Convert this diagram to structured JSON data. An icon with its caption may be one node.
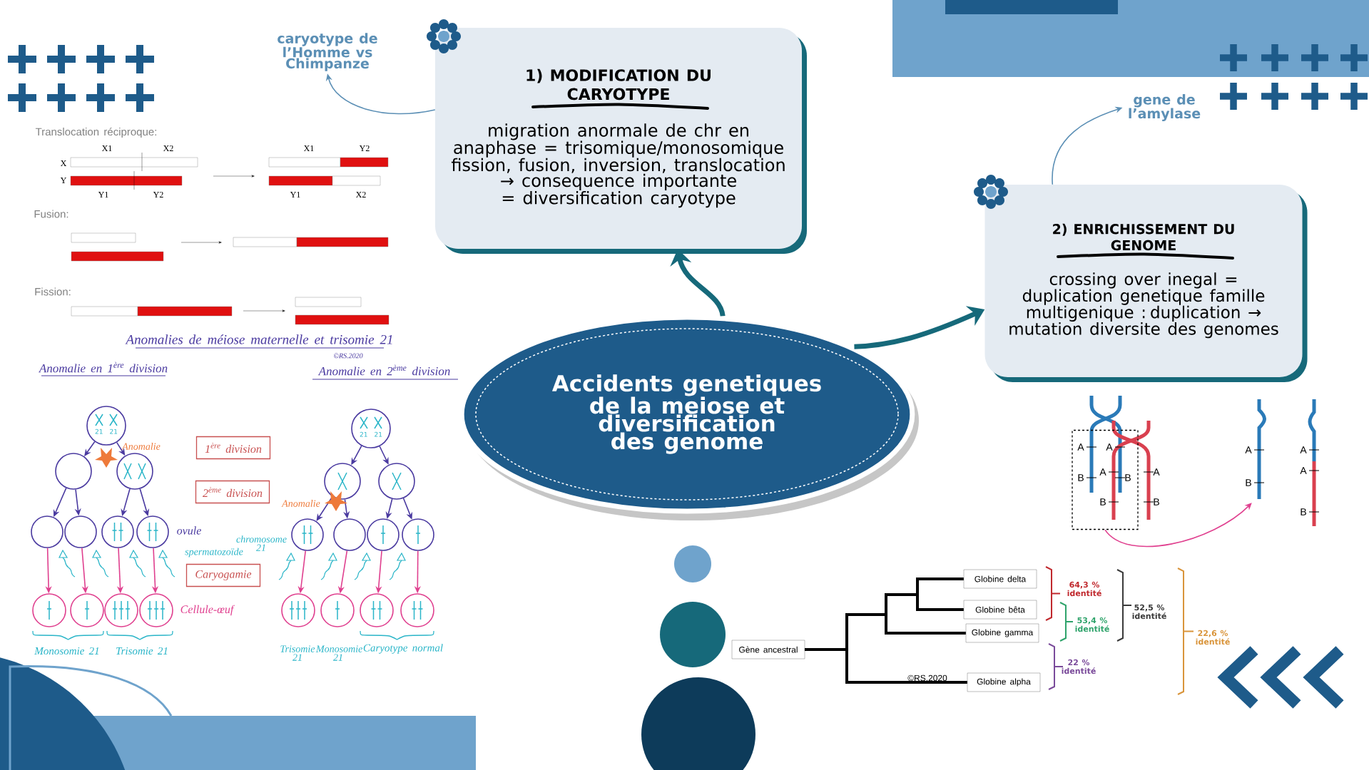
{
  "diagram": {
    "nodes": [
      {
        "text": [
          "Accidents genetiques de la meiose et diversification des genome"
        ]
      },
      {
        "text": [
          "1) MODIFICATION DU CARYOTYPE",
          "migration anormale de chr en anaphase = trisomique/monosomique fission, fusion, inversion, translocation → consequence importante = diversification caryotype"
        ]
      },
      {
        "text": [
          "2) ENRICHISSEMENT DU GENOME",
          "crossing over inegal = duplication genetique famille multigenique : duplication → mutation diversite des genomes"
        ]
      },
      {
        "text": [
          "caryotype de l’Homme vs Chimpanze"
        ]
      },
      {
        "text": [
          "gene de l’amylase"
        ]
      },
      {
        "text": [
          "Gène ancestral"
        ]
      },
      {
        "text": [
          "Globine delta"
        ]
      },
      {
        "text": [
          "Globine bêta"
        ]
      },
      {
        "text": [
          "Globine gamma"
        ]
      },
      {
        "text": [
          "Globine alpha"
        ]
      },
      {
        "text": [
          "1$^{ère}$ division"
        ]
      },
      {
        "text": [
          "2$^{ème}$ division"
        ]
      },
      {
        "text": [
          "Caryogamie"
        ]
      },
      {
        "text": [],
        "shape": "box"
      },
      {
        "text": [
          "21",
          "21"
        ]
      },
      {
        "text": [],
        "shape": "circle"
      },
      {
        "text": [],
        "shape": "circle"
      },
      {
        "text": [],
        "shape": "circle"
      },
      {
        "text": [],
        "shape": "circle"
      },
      {
        "text": [],
        "shape": "circle"
      },
      {
        "text": [],
        "shape": "circle"
      },
      {
        "text": [],
        "shape": "circle"
      },
      {
        "text": [],
        "shape": "circle"
      },
      {
        "text": [],
        "shape": "circle"
      },
      {
        "text": [],
        "shape": "circle"
      },
      {
        "text": [
          "21",
          "21"
        ]
      },
      {
        "text": [],
        "shape": "circle"
      },
      {
        "text": [],
        "shape": "circle"
      },
      {
        "text": [],
        "shape": "circle"
      },
      {
        "text": [],
        "shape": "circle"
      },
      {
        "text": [],
        "shape": "circle"
      },
      {
        "text": [],
        "shape": "circle"
      },
      {
        "text": [],
        "shape": "circle"
      },
      {
        "text": [],
        "shape": "circle"
      },
      {
        "text": [],
        "shape": "circle"
      },
      {
        "text": [],
        "shape": "circle"
      },
      {
        "text": [],
        "shape": "picture",
        "beside": [
          "A",
          "B"
        ]
      }
    ],
    "edges": [
      {
        "from": 0,
        "to": 1,
        "arrow": "to",
        "style": "thick",
        "color": "#16697a"
      },
      {
        "from": 0,
        "to": 2,
        "arrow": "to",
        "style": "thick",
        "color": "#16697a"
      },
      {
        "from": 1,
        "to": 3,
        "arrow": "to",
        "color": "#5b8fb5"
      },
      {
        "from": 2,
        "to": 4,
        "arrow": "to",
        "color": "#5b8fb5"
      },
      {
        "from": 5,
        "to": 6,
        "arrow": "none",
        "color": "#000000"
      },
      {
        "from": 5,
        "to": 7,
        "arrow": "none",
        "color": "#000000"
      },
      {
        "from": 5,
        "to": 8,
        "arrow": "none",
        "color": "#000000"
      },
      {
        "from": 5,
        "to": 9,
        "arrow": "none",
        "color": "#000000"
      },
      {
        "from": 13,
        "to": 36,
        "arrow": "to",
        "color": "#e0408f"
      },
      {
        "from": 14,
        "to": 15,
        "arrow": "to"
      },
      {
        "from": 14,
        "to": 16,
        "arrow": "to"
      },
      {
        "from": 15,
        "to": 17,
        "arrow": "to"
      },
      {
        "from": 15,
        "to": 18,
        "arrow": "to"
      },
      {
        "from": 16,
        "to": 19,
        "arrow": "to"
      },
      {
        "from": 16,
        "to": 20,
        "arrow": "to"
      },
      {
        "from": 17,
        "to": 21,
        "arrow": "to",
        "color": "#e0408f"
      },
      {
        "from": 18,
        "to": 22,
        "arrow": "to",
        "color": "#e0408f"
      },
      {
        "from": 19,
        "to": 23,
        "arrow": "to",
        "color": "#e0408f"
      },
      {
        "from": 20,
        "to": 24,
        "arrow": "to",
        "color": "#e0408f"
      },
      {
        "from": 25,
        "to": 26,
        "arrow": "to"
      },
      {
        "from": 25,
        "to": 27,
        "arrow": "to"
      },
      {
        "from": 26,
        "to": 28,
        "arrow": "to"
      },
      {
        "from": 26,
        "to": 29,
        "arrow": "to"
      },
      {
        "from": 27,
        "to": 30,
        "arrow": "to"
      },
      {
        "from": 27,
        "to": 31,
        "arrow": "to"
      },
      {
        "from": 28,
        "to": 32,
        "arrow": "to",
        "color": "#e0408f"
      },
      {
        "from": 29,
        "to": 33,
        "arrow": "to",
        "color": "#e0408f"
      },
      {
        "from": 30,
        "to": 34,
        "arrow": "to",
        "color": "#e0408f"
      },
      {
        "from": 31,
        "to": 35,
        "arrow": "to",
        "color": "#e0408f"
      }
    ],
    "labels": [
      "Translocation réciproque:",
      "X1",
      "X2",
      "X",
      "Y",
      "Y1",
      "Y2",
      "X1",
      "Y2",
      "Y1",
      "X2",
      "Fusion:",
      "Fission:",
      "Anomalies de méiose maternelle et trisomie 21",
      "©RS.2020",
      "Anomalie en 1$^{ère}$ division",
      "Anomalie en 2$^{ème}$ division",
      "Anomalie",
      "ovule",
      "spermatozoïde",
      "chromosome 21",
      "Anomalie",
      "Cellule-œuf",
      "Monosomie 21",
      "Trisomie 21",
      "Trisomie 21",
      "Monosomie 21",
      "Caryotype normal",
      "A",
      "A",
      "B",
      "A",
      "B",
      "B",
      "A",
      "B",
      "A",
      "A",
      "B",
      "64,3 % identité",
      "53,4 % identité",
      "52,5 % identité",
      "22 % identité",
      "22,6 % identité",
      "©RS.2020"
    ]
  }
}
